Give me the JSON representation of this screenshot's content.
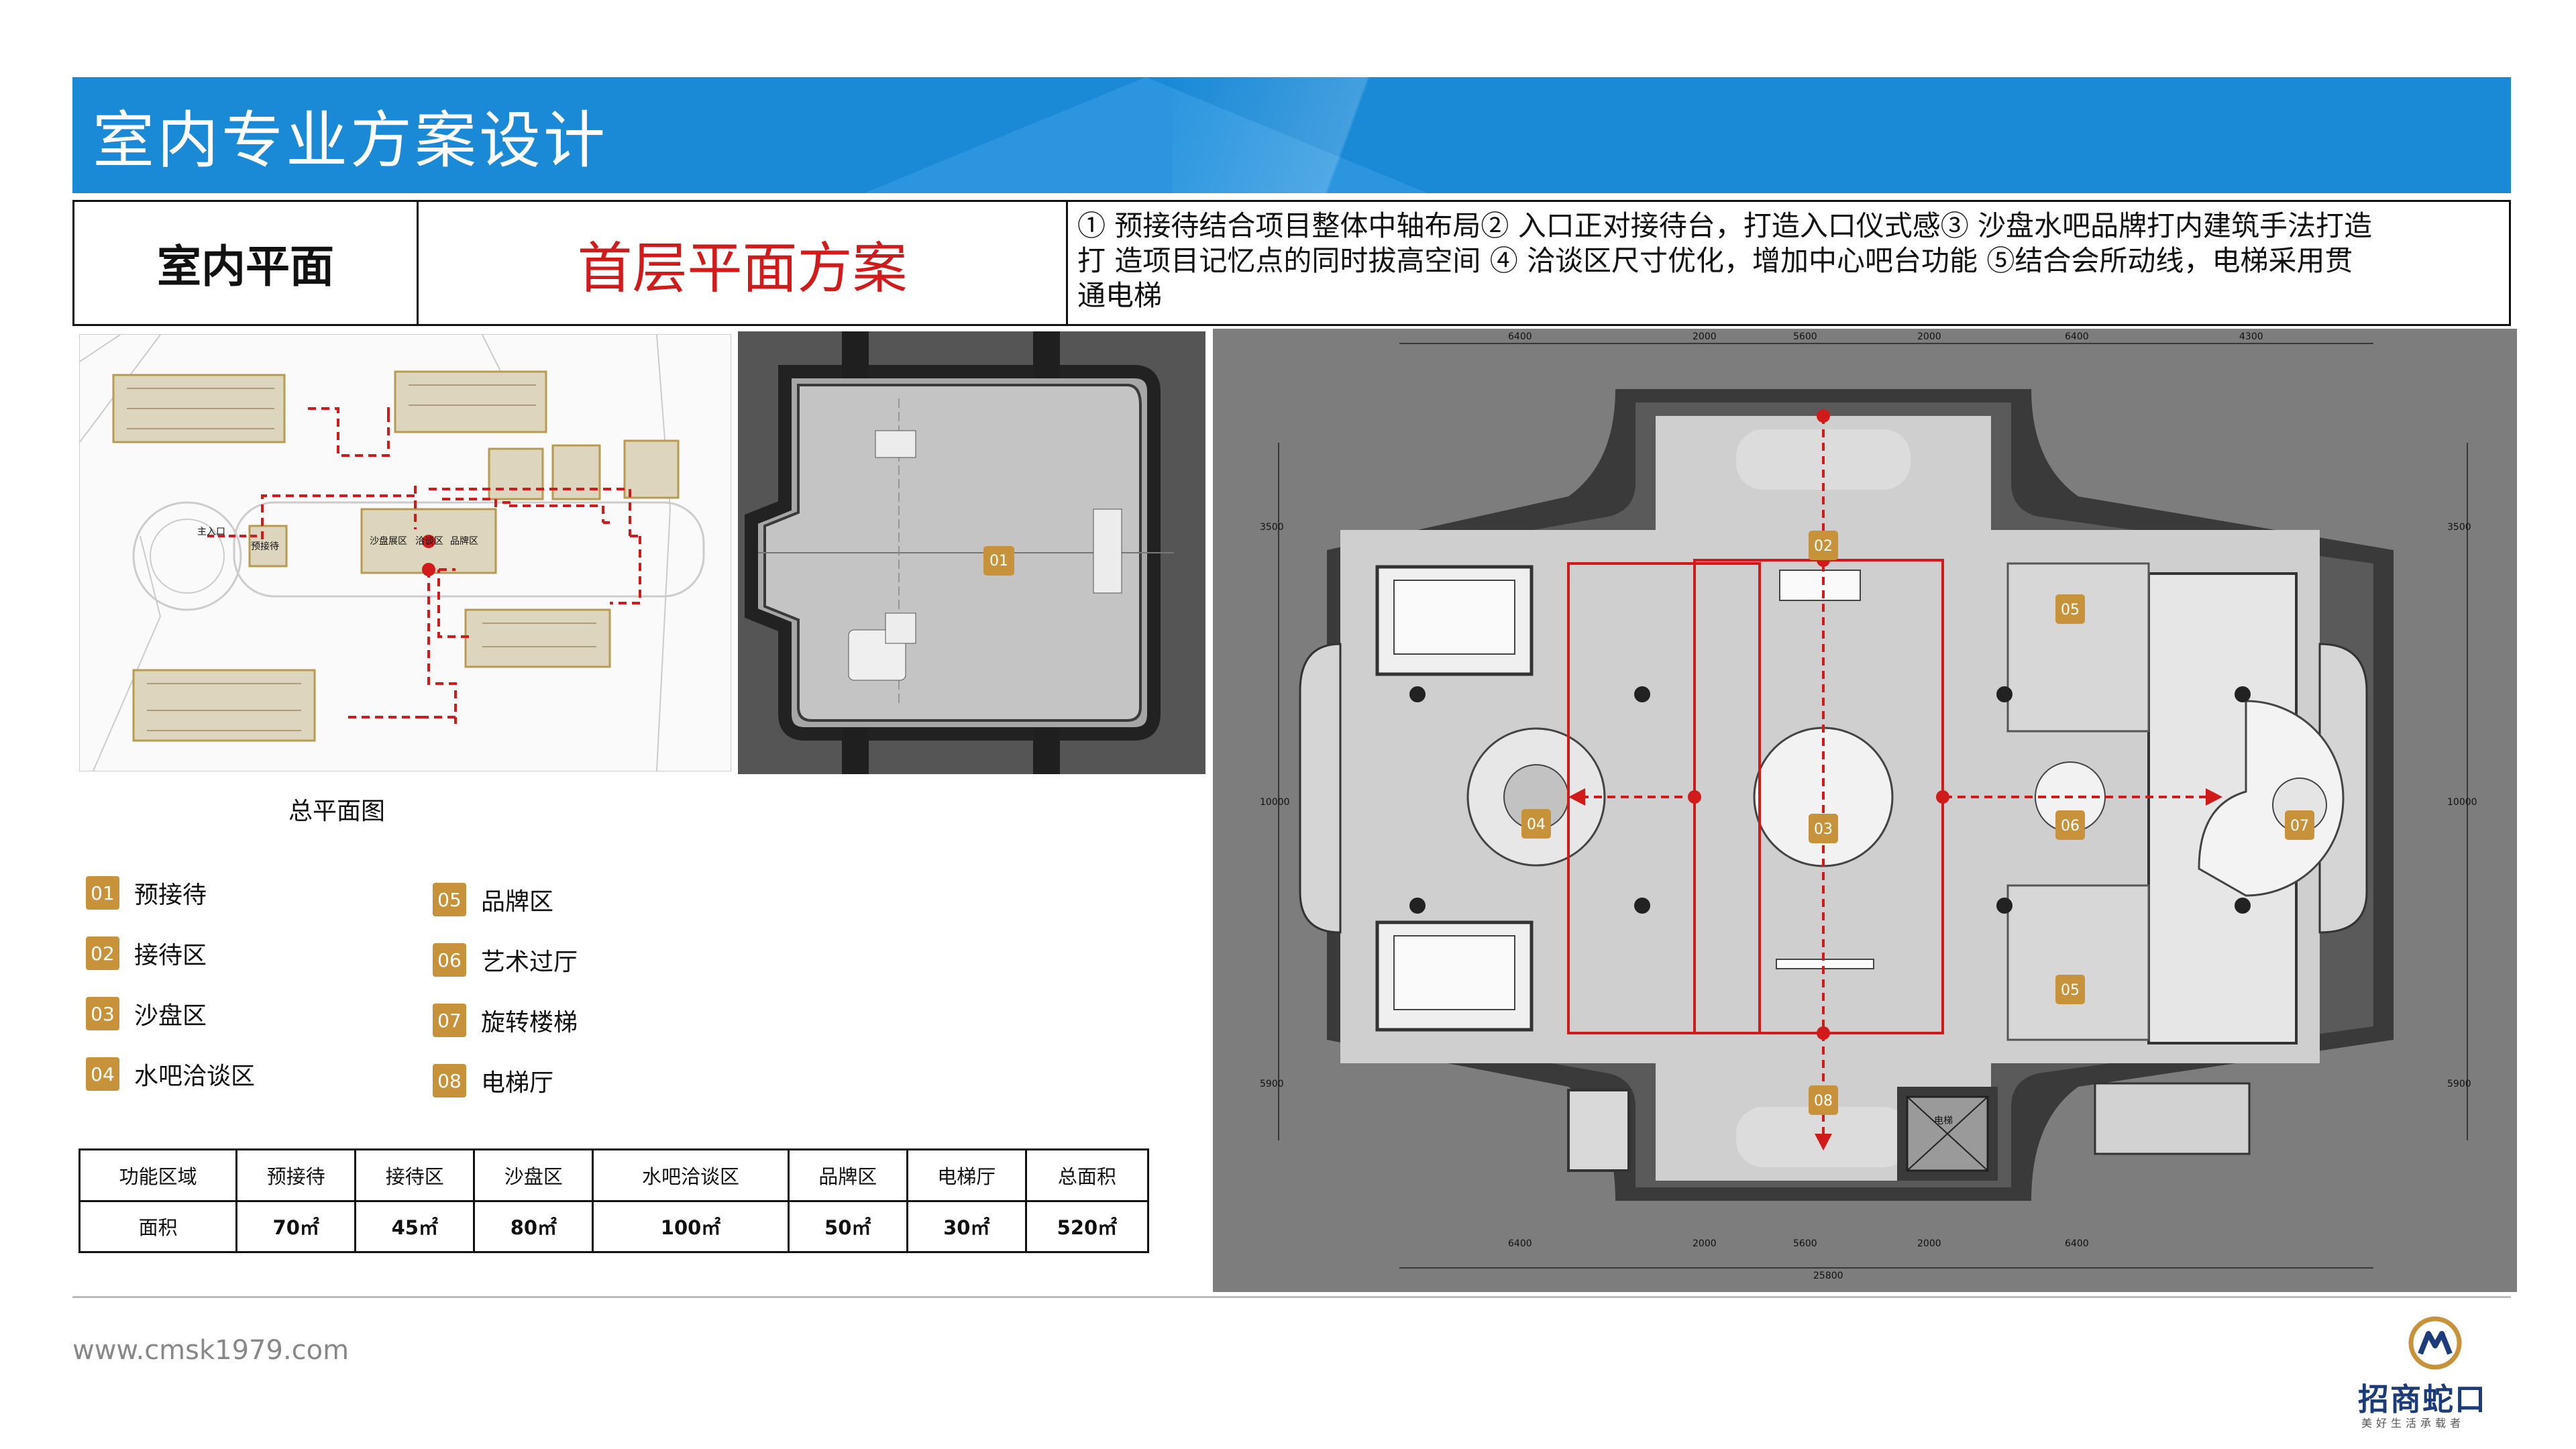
{
  "header": {
    "title": "室内专业方案设计"
  },
  "top_table": {
    "section_label": "室内平面",
    "plan_title": "首层平面方案",
    "description_lines": [
      "① 预接待结合项目整体中轴布局② 入口正对接待台，打造入口仪式感③ 沙盘水吧品牌打内建筑手法打造",
      "打 造项目记忆点的同时拔高空间 ④ 洽谈区尺寸优化，增加中心吧台功能 ⑤结合会所动线，电梯采用贯",
      "通电梯"
    ]
  },
  "site_plan": {
    "caption": "总平面图",
    "labels": {
      "entrance": "主入口",
      "pre_reception": "预接待",
      "sand_table": "沙盘展区",
      "negotiation": "洽谈区",
      "brand": "品牌区"
    }
  },
  "entry_plan": {
    "badge": "01"
  },
  "legend": [
    {
      "num": "01",
      "label": "预接待"
    },
    {
      "num": "02",
      "label": "接待区"
    },
    {
      "num": "03",
      "label": "沙盘区"
    },
    {
      "num": "04",
      "label": "水吧洽谈区"
    },
    {
      "num": "05",
      "label": "品牌区"
    },
    {
      "num": "06",
      "label": "艺术过厅"
    },
    {
      "num": "07",
      "label": "旋转楼梯"
    },
    {
      "num": "08",
      "label": "电梯厅"
    }
  ],
  "area_table": {
    "headers": [
      "功能区域",
      "预接待",
      "接待区",
      "沙盘区",
      "水吧洽谈区",
      "品牌区",
      "电梯厅",
      "总面积"
    ],
    "row_label": "面积",
    "values": [
      "70㎡",
      "45㎡",
      "80㎡",
      "100㎡",
      "50㎡",
      "30㎡",
      "520㎡"
    ]
  },
  "main_plan": {
    "badges": [
      "02",
      "03",
      "04",
      "05",
      "05",
      "06",
      "07",
      "08"
    ],
    "dims_top": [
      "6400",
      "2000",
      "5600",
      "2000",
      "6400",
      "4300"
    ],
    "dims_bottom": [
      "6400",
      "2000",
      "5600",
      "2000",
      "6400"
    ],
    "dim_total": "25800",
    "dims_side": [
      "3500",
      "10000",
      "5900"
    ],
    "elevator_label": "电梯"
  },
  "footer": {
    "url": "www.cmsk1979.com",
    "logo_name": "招商蛇口",
    "logo_slogan": "美好生活承载者"
  },
  "colors": {
    "header_blue": "#1a8ad7",
    "accent_red": "#d11a1a",
    "badge_gold": "#c8923a"
  }
}
